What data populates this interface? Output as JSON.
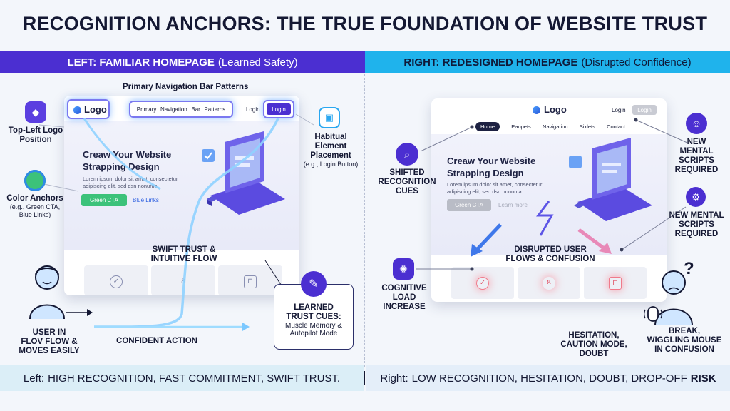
{
  "title": "RECOGNITION ANCHORS: THE TRUE FOUNDATION OF WEBSITE TRUST",
  "left_band": {
    "strong": "LEFT: FAMILIAR HOMEPAGE",
    "light": "(Learned Safety)"
  },
  "right_band": {
    "strong": "RIGHT: REDESIGNED HOMEPAGE",
    "light": "(Disrupted Confidence)"
  },
  "left": {
    "nav_heading": "Primary Navigation Bar Patterns",
    "logo": "Logo",
    "nav_items": [
      "Primary",
      "Navigation",
      "Bar",
      "Patterns"
    ],
    "login_text": "Login",
    "login_button": "Login",
    "hero_title_1": "Creaw Your Website",
    "hero_title_2": "Strapping Design",
    "hero_text": "Lorem ipsum dolor sit amet, consectetur adipiscing elit, sed dsn nonuma.",
    "cta": "Green CTA",
    "link": "Blue Links",
    "label_logo": "Top-Left Logo Position",
    "label_habitual_1": "Habitual",
    "label_habitual_2": "Element",
    "label_habitual_3": "Placement",
    "label_habitual_sub": "(e.g., Login Button)",
    "label_color": "Color Anchors",
    "label_color_sub_1": "(e.g., Green CTA,",
    "label_color_sub_2": "Blue Links)",
    "label_swift_1": "SWIFT TRUST &",
    "label_swift_2": "INTUITIVE FLOW",
    "label_learned_1": "LEARNED",
    "label_learned_2": "TRUST CUES:",
    "label_learned_sub_1": "Muscle Memory &",
    "label_learned_sub_2": "Autopilot Mode",
    "label_user_1": "USER IN",
    "label_user_2": "FLOV FLOW &",
    "label_user_3": "MOVES EASILY",
    "label_confident": "CONFIDENT ACTION"
  },
  "right": {
    "logo": "Logo",
    "login_text": "Login",
    "login_button": "Login",
    "nav_items": [
      "Home",
      "Paopets",
      "Navigation",
      "Sixlets",
      "Contact"
    ],
    "hero_title_1": "Creaw Your Website",
    "hero_title_2": "Strapping Design",
    "hero_text": "Lorem ipsum dolor sit amet, consectetur adipiscing elit, sed dsn nonuma.",
    "cta": "Green CTA",
    "link": "Learn more",
    "label_shifted_1": "SHIFTED",
    "label_shifted_2": "RECOGNITION",
    "label_shifted_3": "CUES",
    "label_scripts_a_1": "NEW",
    "label_scripts_a_2": "MENTAL",
    "label_scripts_a_3": "SCRIPTS",
    "label_scripts_a_4": "REQUIRED",
    "label_scripts_b_1": "NEW MENTAL",
    "label_scripts_b_2": "SCRIPTS",
    "label_scripts_b_3": "REQUIRED",
    "label_disrupted_1": "DISRUPTED USER",
    "label_disrupted_2": "FLOWS & CONFUSION",
    "label_cognitive_1": "COGNITIVE",
    "label_cognitive_2": "LOAD",
    "label_cognitive_3": "INCREASE",
    "label_hesitation_1": "HESITATION,",
    "label_hesitation_2": "CAUTION MODE,",
    "label_hesitation_3": "DOUBT",
    "label_break_1": "BREAK,",
    "label_break_2": "WIGGLING MOUSE",
    "label_break_3": "IN CONFUSION"
  },
  "bottom_left": {
    "prefix": "Left:",
    "text": "HIGH RECOGNITION, FAST COMMITMENT, SWIFT TRUST."
  },
  "bottom_right": {
    "prefix": "Right:",
    "text": "LOW RECOGNITION, HESITATION, DOUBT, DROP-OFF",
    "emph": "RISK"
  },
  "colors": {
    "purple": "#4b2fd1",
    "cyan": "#1fb3ec",
    "green_cta": "#3cc27a",
    "dark": "#141833"
  }
}
